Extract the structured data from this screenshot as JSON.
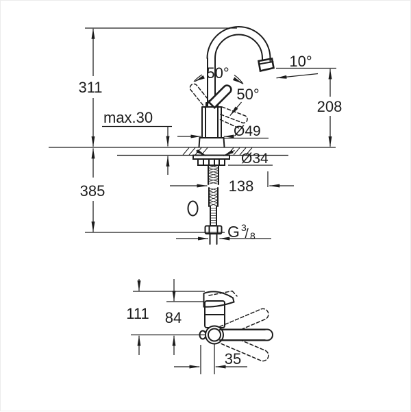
{
  "drawing": {
    "kind": "technical dimension drawing",
    "subject": "single-lever sink mixer with high arc spout",
    "line_color": "#1c1c1c",
    "background": "#ffffff"
  },
  "side_view": {
    "dim_height_above_counter": "311",
    "dim_max_counter_thickness": "max.30",
    "dim_handle_swing_angle": "50°",
    "dim_handle_open_angle": "50°",
    "dim_spout_outlet_angle": "10°",
    "dim_spout_outlet_height": "208",
    "dim_body_diameter": "Ø49",
    "dim_hole_diameter": "Ø34",
    "dim_spout_reach": "138",
    "dim_length_below_counter": "385",
    "thread": {
      "g": "G",
      "numerator": "3",
      "slash": "/",
      "denominator": "8"
    }
  },
  "top_view": {
    "dim_depth_overall": "111",
    "dim_depth_body": "84",
    "dim_lever_offset": "35"
  }
}
